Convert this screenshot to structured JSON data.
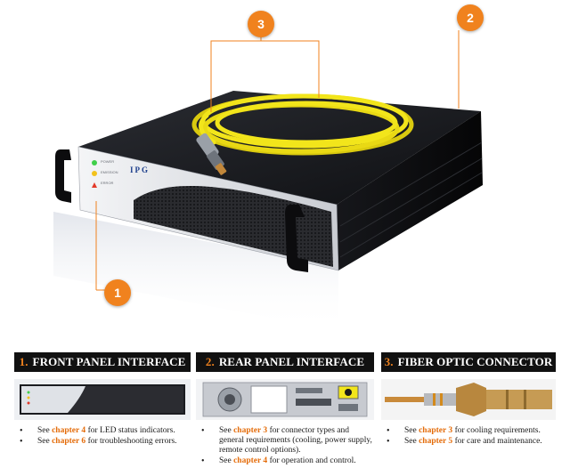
{
  "product": {
    "brand": "IPG",
    "front_labels": [
      "POWER",
      "EMISSION",
      "ERROR"
    ]
  },
  "callouts": [
    {
      "id": "1",
      "label": "1"
    },
    {
      "id": "2",
      "label": "2"
    },
    {
      "id": "3",
      "label": "3"
    }
  ],
  "colors": {
    "accent": "#f0821e",
    "link": "#e46c0a",
    "fiber": "#f2e51b",
    "header_bg": "#111111"
  },
  "panels": [
    {
      "number": "1.",
      "title": "FRONT PANEL INTERFACE",
      "items": [
        {
          "pre": "See ",
          "kw": "chapter 4",
          "post": " for LED status indicators."
        },
        {
          "pre": "See ",
          "kw": "chapter 6",
          "post": " for troubleshooting errors."
        }
      ]
    },
    {
      "number": "2.",
      "title": "REAR PANEL INTERFACE",
      "items": [
        {
          "pre": "See ",
          "kw": "chapter 3",
          "post": " for connector types and general requirements (cooling, power supply, remote control options)."
        },
        {
          "pre": "See ",
          "kw": "chapter 4",
          "post": " for operation and control."
        }
      ]
    },
    {
      "number": "3.",
      "title": "FIBER OPTIC CONNECTOR",
      "items": [
        {
          "pre": "See ",
          "kw": "chapter 3",
          "post": " for cooling requirements."
        },
        {
          "pre": "See ",
          "kw": "chapter 5",
          "post": " for care and maintenance."
        }
      ]
    }
  ]
}
